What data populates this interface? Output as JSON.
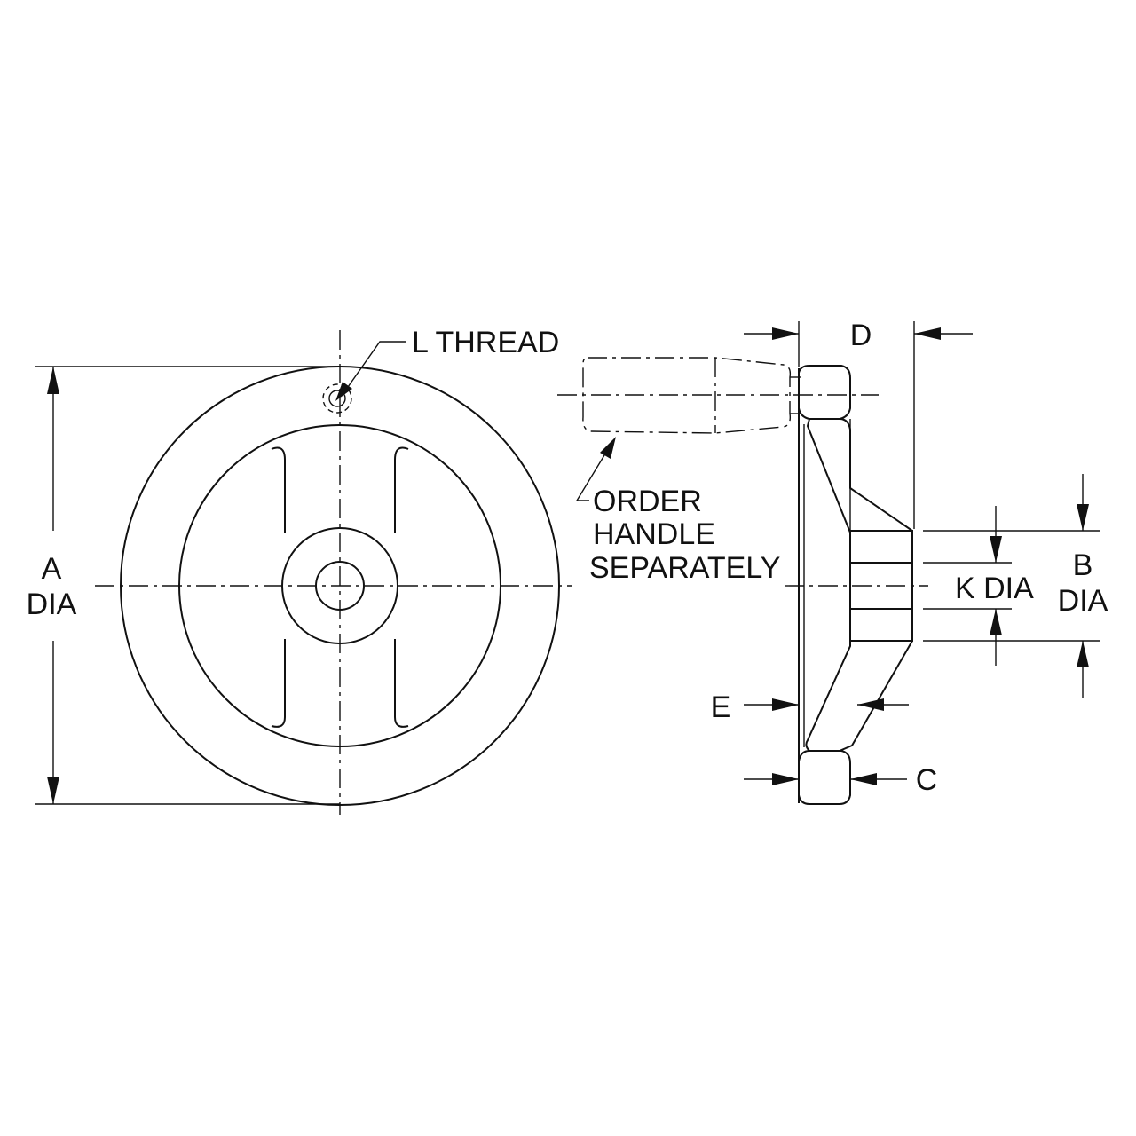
{
  "labels": {
    "l_thread": "L THREAD",
    "a_dia_line1": "A",
    "a_dia_line2": "DIA",
    "d": "D",
    "order_line1": "ORDER",
    "order_line2": "HANDLE",
    "order_line3": "SEPARATELY",
    "k_dia": "K DIA",
    "b_dia_line1": "B",
    "b_dia_line2": "DIA",
    "e": "E",
    "c": "C"
  }
}
